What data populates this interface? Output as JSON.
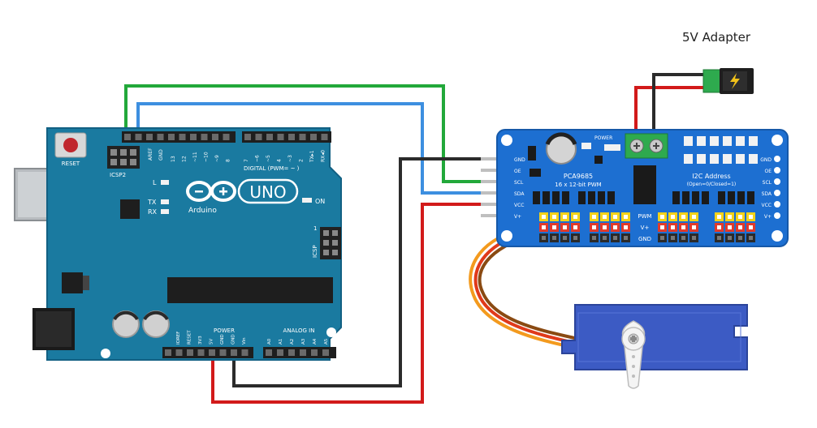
{
  "adapter": {
    "label": "5V Adapter"
  },
  "arduino": {
    "reset_label": "RESET",
    "icsp2_label": "ICSP2",
    "digital_label": "DIGITAL (PWM= ~ )",
    "aref": "AREF",
    "gnd": "GND",
    "digital_pins": [
      "13",
      "12",
      "~11",
      "~10",
      "~9",
      "8",
      "7",
      "~6",
      "~5",
      "4",
      "~3",
      "2",
      "TX▸1",
      "RX◂0"
    ],
    "l_label": "L",
    "tx_label": "TX",
    "rx_label": "RX",
    "logo_text": "UNO",
    "brand": "Arduino",
    "on_label": "ON",
    "icsp_label": "ICSP",
    "icsp_pin1": "1",
    "power_label": "POWER",
    "analog_label": "ANALOG IN",
    "power_pins": [
      "IOREF",
      "RESET",
      "3V3",
      "5V",
      "GND",
      "GND",
      "Vin"
    ],
    "analog_pins": [
      "A0",
      "A1",
      "A2",
      "A3",
      "A4",
      "A5"
    ]
  },
  "pca": {
    "left_pins": [
      "GND",
      "OE",
      "SCL",
      "SDA",
      "VCC",
      "V+"
    ],
    "right_pins": [
      "GND",
      "OE",
      "SCL",
      "SDA",
      "VCC",
      "V+"
    ],
    "power_label": "POWER",
    "title": "PCA9685",
    "subtitle": "16 x 12-bit PWM",
    "addr_title": "I2C Address",
    "addr_sub": "(Open=0/Closed=1)",
    "row_labels": [
      "PWM",
      "V+",
      "GND"
    ]
  },
  "colors": {
    "board": "#1a7aa0",
    "pca_board": "#1d6fd1",
    "wire_green": "#22a83a",
    "wire_blue": "#3d8fe0",
    "wire_black": "#2b2b2b",
    "wire_red": "#d21a1a",
    "servo": "#3c5bc4",
    "servo_wire_orange": "#f39a1e",
    "servo_wire_red": "#e03a1a",
    "servo_wire_brown": "#8a4a12"
  }
}
